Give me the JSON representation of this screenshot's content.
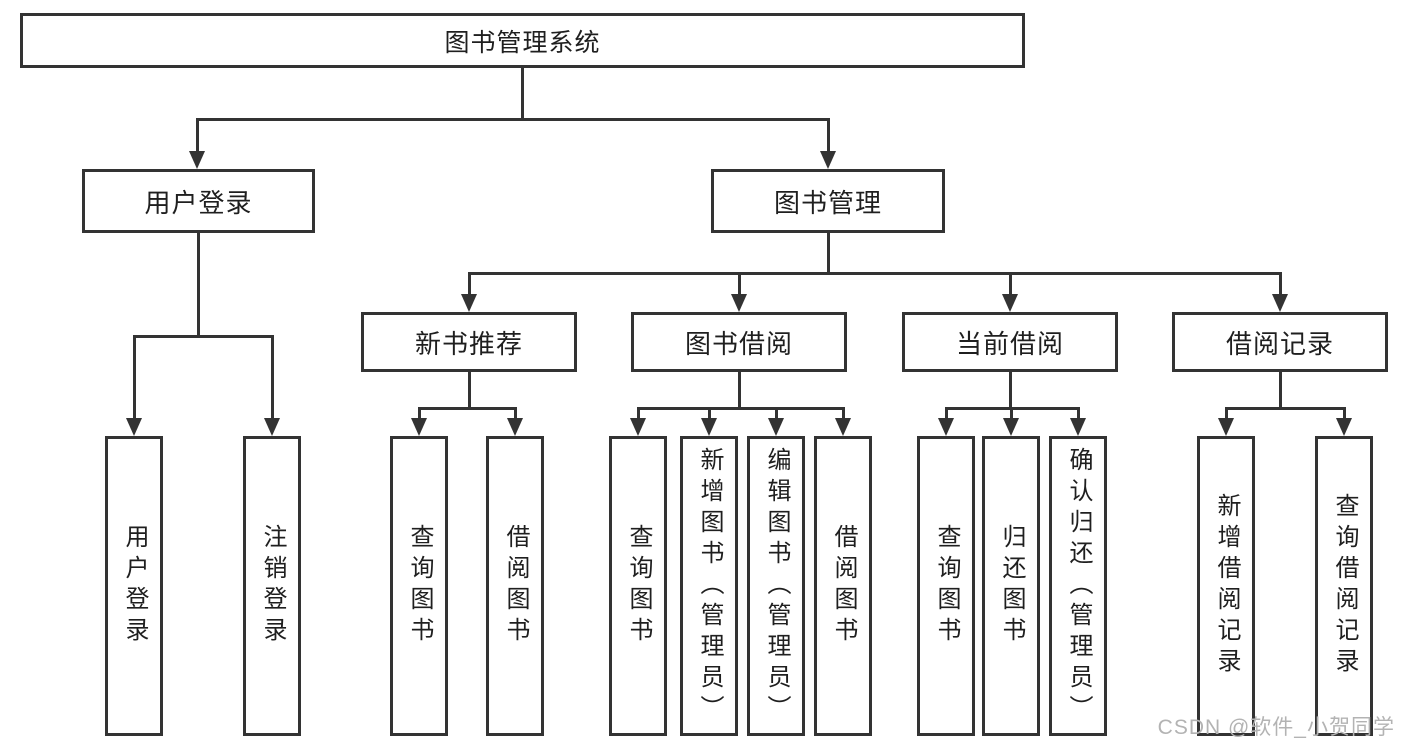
{
  "diagram": {
    "title": "图书管理系统",
    "root": {
      "label": "图书管理系统"
    },
    "branches": {
      "user_login": {
        "label": "用户登录",
        "children": [
          {
            "label": "用户登录"
          },
          {
            "label": "注销登录"
          }
        ]
      },
      "book_management": {
        "label": "图书管理",
        "children": [
          {
            "label": "新书推荐",
            "children": [
              {
                "label": "查询图书"
              },
              {
                "label": "借阅图书"
              }
            ]
          },
          {
            "label": "图书借阅",
            "children": [
              {
                "label": "查询图书"
              },
              {
                "label": "新增图书（管理员）"
              },
              {
                "label": "编辑图书（管理员）"
              },
              {
                "label": "借阅图书"
              }
            ]
          },
          {
            "label": "当前借阅",
            "children": [
              {
                "label": "查询图书"
              },
              {
                "label": "归还图书"
              },
              {
                "label": "确认归还（管理员）"
              }
            ]
          },
          {
            "label": "借阅记录",
            "children": [
              {
                "label": "新增借阅记录"
              },
              {
                "label": "查询借阅记录"
              }
            ]
          }
        ]
      }
    }
  },
  "watermark": {
    "text": "CSDN @软件_小贺同学"
  },
  "colors": {
    "line": "#333333",
    "box_border": "#333333",
    "text": "#1f1f1f",
    "background": "#ffffff",
    "watermark": "#b3b3b3"
  }
}
